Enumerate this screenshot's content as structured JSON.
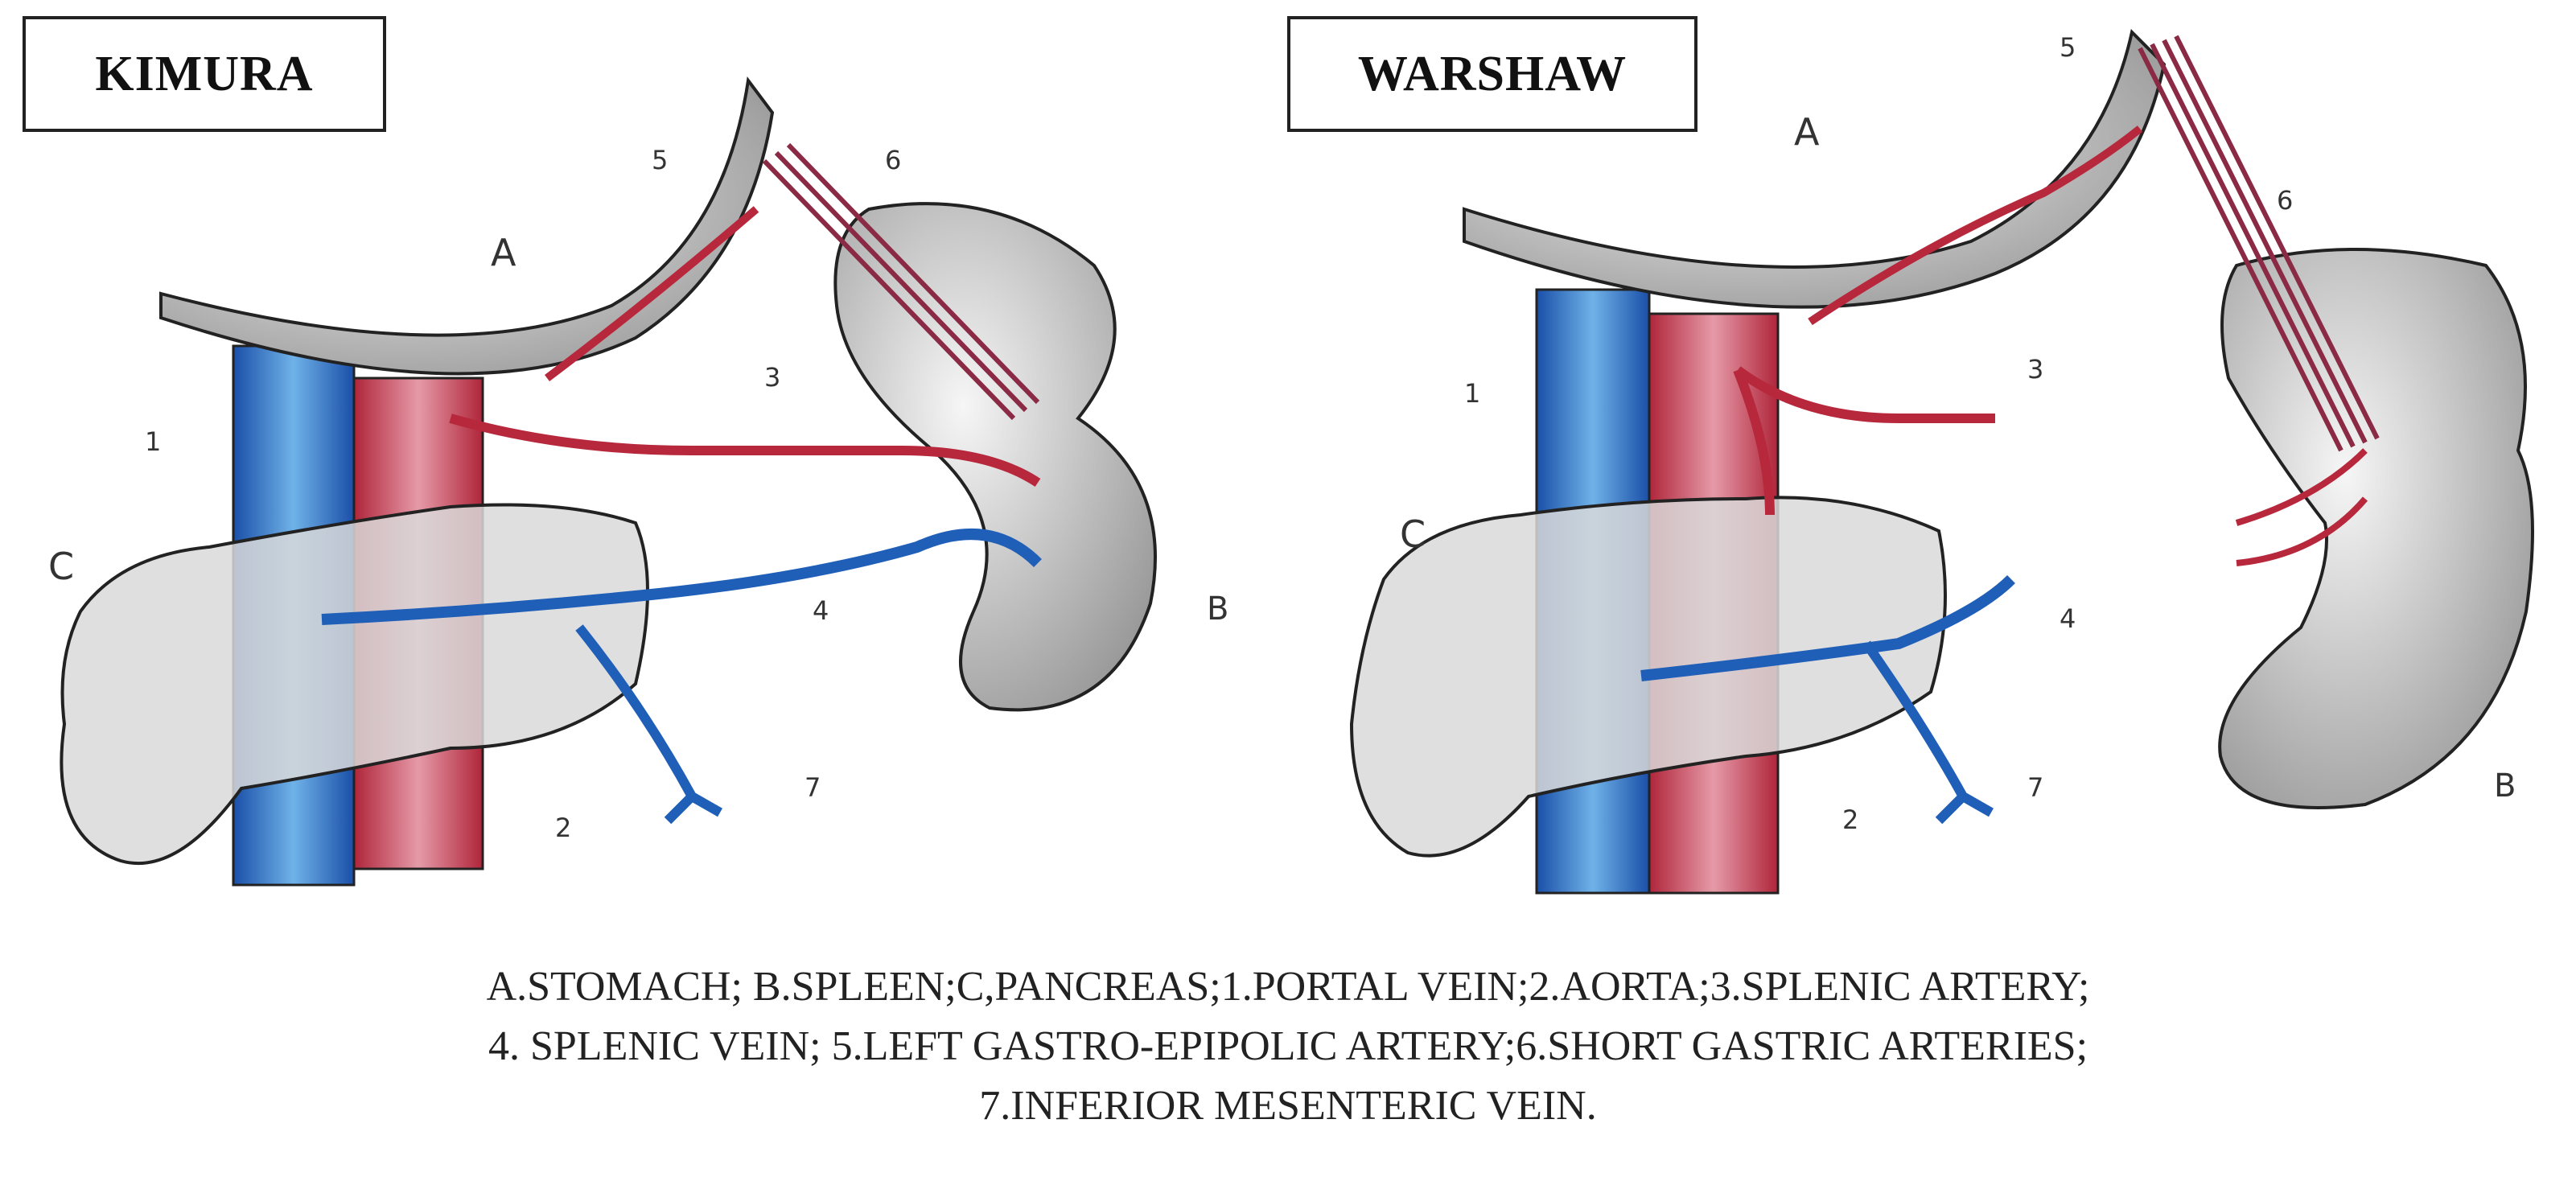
{
  "panels": {
    "left": {
      "title": "KIMURA",
      "labels": {
        "A": "A",
        "B": "B",
        "C": "C",
        "n1": "1",
        "n2": "2",
        "n3": "3",
        "n4": "4",
        "n5": "5",
        "n6": "6",
        "n7": "7"
      }
    },
    "right": {
      "title": "WARSHAW",
      "labels": {
        "A": "A",
        "B": "B",
        "C": "C",
        "n1": "1",
        "n2": "2",
        "n3": "3",
        "n4": "4",
        "n5": "5",
        "n6": "6",
        "n7": "7"
      }
    }
  },
  "caption": {
    "line1": "A.STOMACH; B.SPLEEN;C,PANCREAS;1.PORTAL VEIN;2.AORTA;3.SPLENIC ARTERY;",
    "line2": "4. SPLENIC VEIN; 5.LEFT GASTRO-EPIPOLIC ARTERY;6.SHORT GASTRIC ARTERIES;",
    "line3": "7.INFERIOR MESENTERIC VEIN."
  },
  "colors": {
    "vein": "#1f5fb8",
    "artery": "#b8283c",
    "organ": "#e8e8e8",
    "outline": "#222222"
  }
}
